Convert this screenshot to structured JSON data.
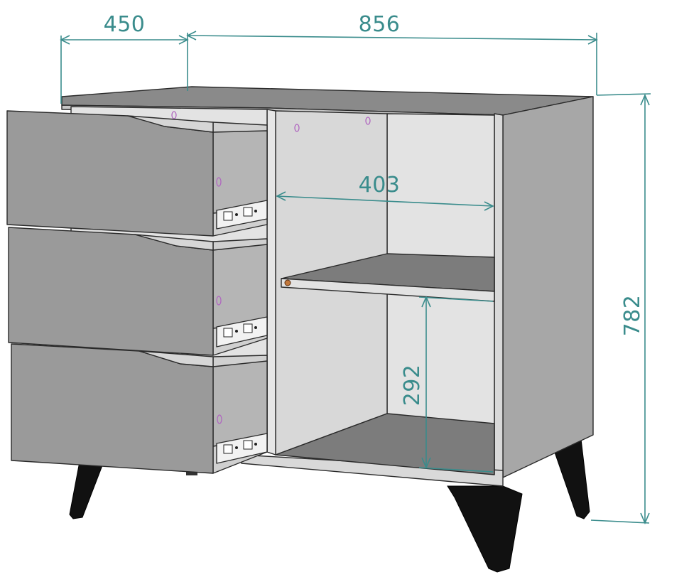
{
  "dimensions": {
    "depth": "450",
    "width": "856",
    "interior_width": "403",
    "shelf_clearance": "292",
    "height": "782"
  },
  "colors": {
    "dimension": "#3a8c8c",
    "carcass": "#a7a7a7",
    "drawer_front": "#9a9a9a",
    "legs": "#111111",
    "shelf_pins": "#b066c0"
  },
  "parts": {
    "drawer_count": 3,
    "shelf_count": 1,
    "leg_icon": "hairpin-leg-icon"
  }
}
